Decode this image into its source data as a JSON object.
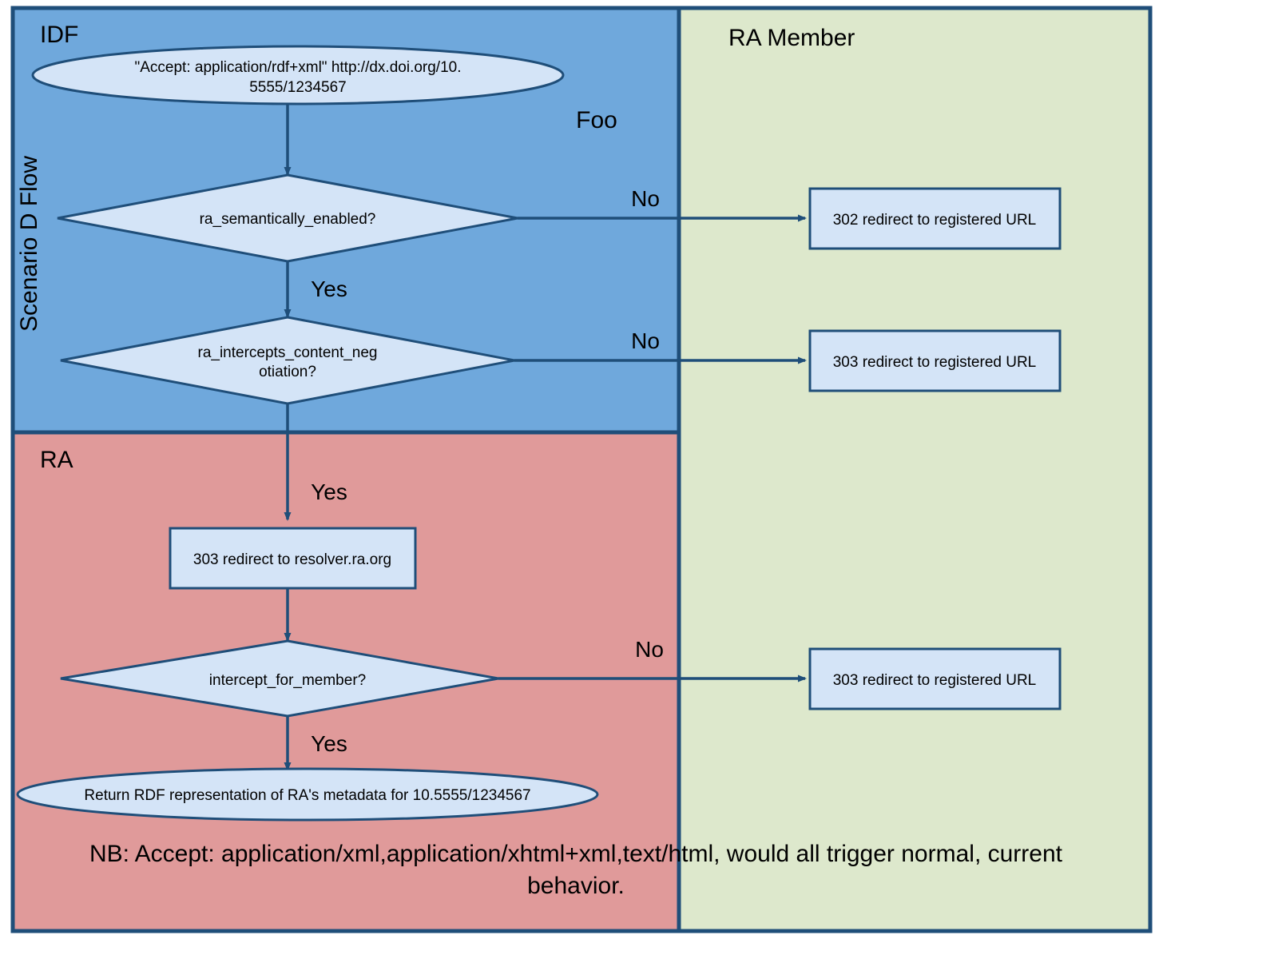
{
  "diagram": {
    "title_vertical": "Scenario D Flow",
    "free_label": "Foo",
    "colors": {
      "lane_idf_fill": "#6FA8DC",
      "lane_ra_fill": "#E09A9A",
      "lane_member_fill": "#DDE8CC",
      "border": "#1F4E79",
      "node_fill": "#D4E4F7",
      "text": "#000000"
    },
    "lanes": [
      {
        "id": "idf",
        "label": "IDF"
      },
      {
        "id": "ra",
        "label": "RA"
      },
      {
        "id": "ra-member",
        "label": "RA Member"
      }
    ],
    "nodes": [
      {
        "id": "start",
        "shape": "ellipse",
        "lane": "idf",
        "text_line1": "\"Accept: application/rdf+xml\" http://dx.doi.org/10.",
        "text_line2": "5555/1234567"
      },
      {
        "id": "d1",
        "shape": "diamond",
        "lane": "idf",
        "text_line1": "ra_semantically_enabled?",
        "text_line2": ""
      },
      {
        "id": "d2",
        "shape": "diamond",
        "lane": "idf",
        "text_line1": "ra_intercepts_content_neg",
        "text_line2": "otiation?"
      },
      {
        "id": "p1",
        "shape": "rect",
        "lane": "ra",
        "text_line1": "303 redirect to resolver.ra.org",
        "text_line2": ""
      },
      {
        "id": "d3",
        "shape": "diamond",
        "lane": "ra",
        "text_line1": "intercept_for_member?",
        "text_line2": ""
      },
      {
        "id": "end",
        "shape": "ellipse",
        "lane": "ra",
        "text_line1": "Return RDF representation of RA's metadata for 10.5555/1234567",
        "text_line2": ""
      },
      {
        "id": "m1",
        "shape": "rect",
        "lane": "ra-member",
        "text_line1": "302 redirect to registered URL",
        "text_line2": ""
      },
      {
        "id": "m2",
        "shape": "rect",
        "lane": "ra-member",
        "text_line1": "303 redirect to registered URL",
        "text_line2": ""
      },
      {
        "id": "m3",
        "shape": "rect",
        "lane": "ra-member",
        "text_line1": "303 redirect to registered URL",
        "text_line2": ""
      }
    ],
    "edge_labels": {
      "d1_no": "No",
      "d1_yes": "Yes",
      "d2_no": "No",
      "d2_yes": "Yes",
      "d3_no": "No",
      "d3_yes": "Yes"
    },
    "note": {
      "line1": "NB: Accept: application/xml,application/xhtml+xml,text/html, would all trigger normal, current",
      "line2": "behavior."
    }
  }
}
